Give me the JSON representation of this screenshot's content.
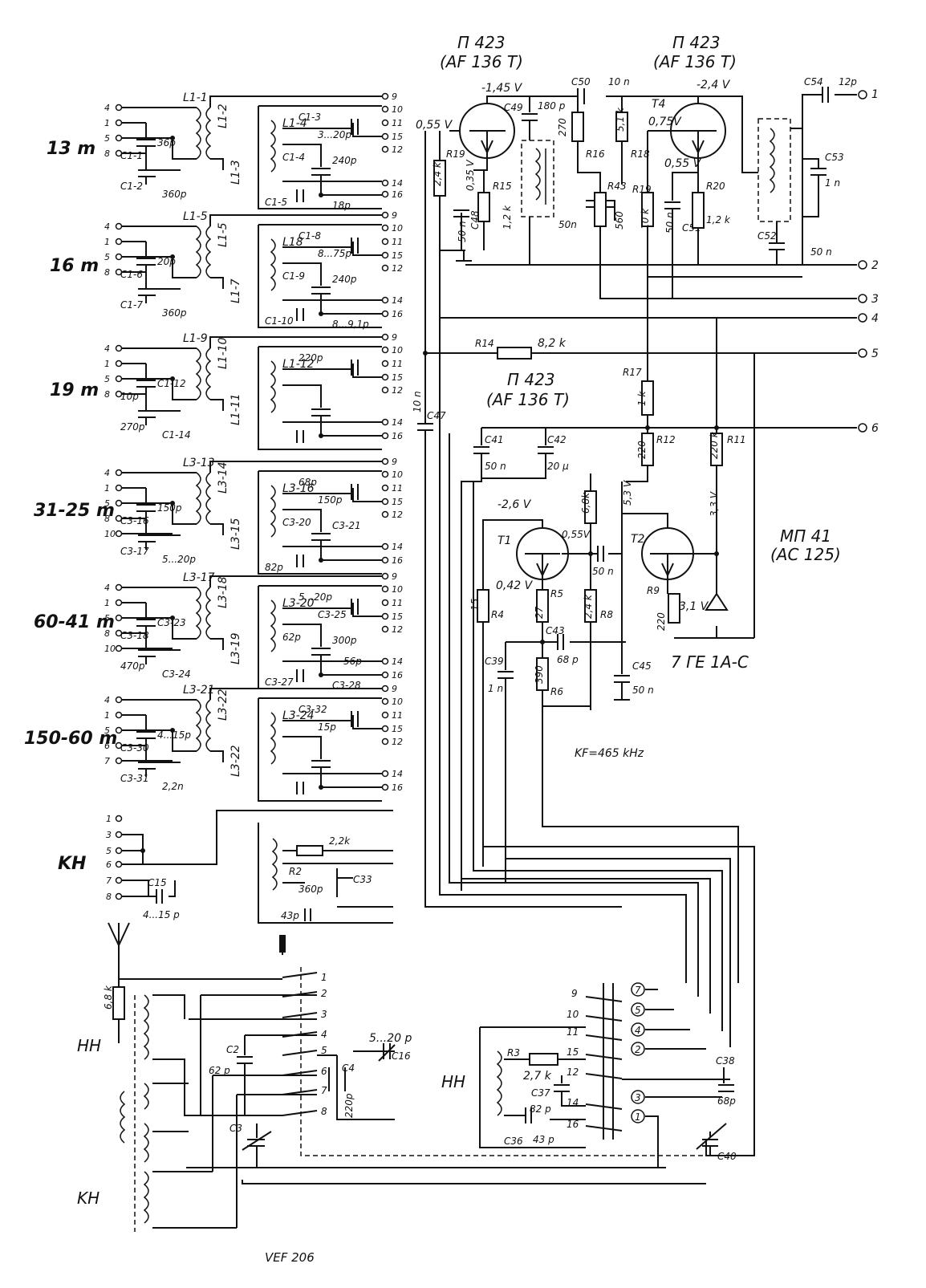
{
  "bands": [
    "13 m",
    "16 m",
    "19 m",
    "31-25 m",
    "60-41 m",
    "150-60 m",
    "KH"
  ],
  "switch_pins_right": [
    "9",
    "10",
    "11",
    "15",
    "12",
    "14",
    "16"
  ],
  "blocks": [
    {
      "in_pins": [
        "4",
        "1",
        "5",
        "8"
      ],
      "L_in": "L1-1",
      "L_out": "L1-2",
      "L_sec": "L1-3",
      "L_tap": "L1-4",
      "caps": [
        "C1-1",
        "36p",
        "C1-2",
        "360p",
        "C1-3",
        "3...20p",
        "C1-4",
        "240p",
        "C1-5",
        "18p"
      ]
    },
    {
      "in_pins": [
        "4",
        "1",
        "5",
        "8"
      ],
      "L_in": "L1-5",
      "L_out": "L1-5",
      "L_sec": "L1-7",
      "L_tap": "L18",
      "caps": [
        "C1-6",
        "20p",
        "C1-7",
        "360p",
        "C1-8",
        "8...75p",
        "C1-9",
        "240p",
        "C1-10",
        "8...9,1p"
      ]
    },
    {
      "in_pins": [
        "4",
        "1",
        "5",
        "8"
      ],
      "L_in": "L1-9",
      "L_out": "L1-10",
      "L_sec": "L1-11",
      "L_tap": "L1-12",
      "caps": [
        "10p",
        "C1-12",
        "270p",
        "C1-14",
        "220p"
      ]
    },
    {
      "in_pins": [
        "4",
        "1",
        "5",
        "8",
        "10"
      ],
      "L_in": "L3-13",
      "L_out": "L3-14",
      "L_sec": "L3-15",
      "L_tap": "L3-16",
      "caps": [
        "C3-16",
        "150p",
        "C3-17",
        "5...20p",
        "68p",
        "150p",
        "C3-20",
        "C3-21",
        "82p"
      ]
    },
    {
      "in_pins": [
        "4",
        "1",
        "5",
        "8",
        "10"
      ],
      "L_in": "L3-17",
      "L_out": "L3-18",
      "L_sec": "L3-19",
      "L_tap": "L3-20",
      "caps": [
        "C3-18",
        "C3-23",
        "470p",
        "C3-24",
        "5...20p",
        "C3-25",
        "62p",
        "300p",
        "C3-27",
        "C3-28",
        "56p"
      ]
    },
    {
      "in_pins": [
        "4",
        "1",
        "5",
        "6",
        "7"
      ],
      "L_in": "L3-21",
      "L_out": "L3-22",
      "L_sec": "L3-22",
      "L_tap": "L3-24",
      "caps": [
        "C3-30",
        "4...15p",
        "C3-31",
        "2,2n",
        "C3-32",
        "15p"
      ]
    }
  ],
  "kh_block": {
    "pins": [
      "1",
      "3",
      "5",
      "6",
      "7",
      "8"
    ],
    "cap": "C15",
    "cap_val": "4...15 p",
    "R": "R2",
    "R_val": "2,2k",
    "caps": [
      "360p",
      "C33",
      "43p"
    ]
  },
  "transistors": {
    "t_left_type": "П 423",
    "t_left_alt": "(AF 136 T)",
    "t_right_type": "П 423",
    "t_right_alt": "(AF 136 T)",
    "t_mid_type": "П 423",
    "t_mid_alt": "(AF 136 T)",
    "t2_type": "МП 41",
    "t2_alt": "(AC 125)",
    "T1": "T1",
    "T2": "T2",
    "T4": "T4",
    "diode": "7 ГЕ 1А-С"
  },
  "voltages": {
    "v1": "-1,45 V",
    "v2": "0,55 V",
    "v3": "0,35 V",
    "v4": "-2,4 V",
    "v5": "0,75V",
    "v6": "0,55 V",
    "v7": "-2,6 V",
    "v8": "0,55V",
    "v9": "0,42 V",
    "v10": "5,3 V",
    "v11": "3,3 V",
    "v12": "3,1 V"
  },
  "parts": {
    "C50": "C50",
    "C50v": "10 n",
    "C49": "C49",
    "C49v": "180 p",
    "R16v": "270",
    "R16": "R16",
    "R18v": "5,1 k",
    "R18": "R18",
    "R19": "R19",
    "R19v": "2,4 k",
    "R15": "R15",
    "R15v": "1,2 k",
    "C48": "C48",
    "C48v": "50 n",
    "R43": "R43",
    "R43v": "560",
    "C50n": "50n",
    "R19b": "R19",
    "R19bv": "10 k",
    "C51": "C51",
    "C51v": "50 n",
    "R20": "R20",
    "R20v": "1,2 k",
    "C53": "C53",
    "C53v": "1 n",
    "C52": "C52",
    "C52v": "50 n",
    "C54": "C54",
    "C54v": "12p",
    "R14": "R14",
    "R14v": "8,2 k",
    "C47": "C47",
    "C47v": "10 n",
    "R17": "R17",
    "R17v": "1 k",
    "R12": "R12",
    "R12v": "220",
    "R11": "R11",
    "R11v": "220 k",
    "C41": "C41",
    "C41v": "50 n",
    "C42": "C42",
    "C42v": "20 µ",
    "R_68": "6,8k",
    "R4": "R4",
    "R4v": "15",
    "R5": "R5",
    "R5v": "27",
    "R8": "R8",
    "R8v": "2,4 k",
    "C43": "C43",
    "C43v": "68 p",
    "C50nb": "50 n",
    "R9": "R9",
    "R9v": "220",
    "C39": "C39",
    "C39v": "1 n",
    "R6": "R6",
    "R6v": "390",
    "C45": "C45",
    "C45v": "50 n"
  },
  "output_pins": [
    "1",
    "2",
    "3",
    "4",
    "5",
    "6"
  ],
  "kf": "KF=465 kHz",
  "lower": {
    "antenna_R": "6,8 k",
    "hh": "HH",
    "kh": "KH",
    "C2": "C2",
    "C2v": "62 p",
    "C3": "C3",
    "C4": "C4",
    "C4v": "220p",
    "C16": "C16",
    "C16v": "5...20 p",
    "sw_left": [
      "1",
      "2",
      "3",
      "4",
      "5",
      "6",
      "7",
      "8"
    ],
    "sw_right": [
      "9",
      "10",
      "11",
      "15",
      "12",
      "14",
      "16"
    ],
    "circled": [
      "7",
      "5",
      "4",
      "2",
      "3",
      "1"
    ],
    "R3": "R3",
    "R3v": "2,7 k",
    "C37": "C37",
    "C37v": "82 p",
    "C36": "C36",
    "C36v": "43 p",
    "hh2": "HH",
    "C38": "C38",
    "C38v": "68p",
    "C40": "C40"
  },
  "footer": "VEF 206"
}
